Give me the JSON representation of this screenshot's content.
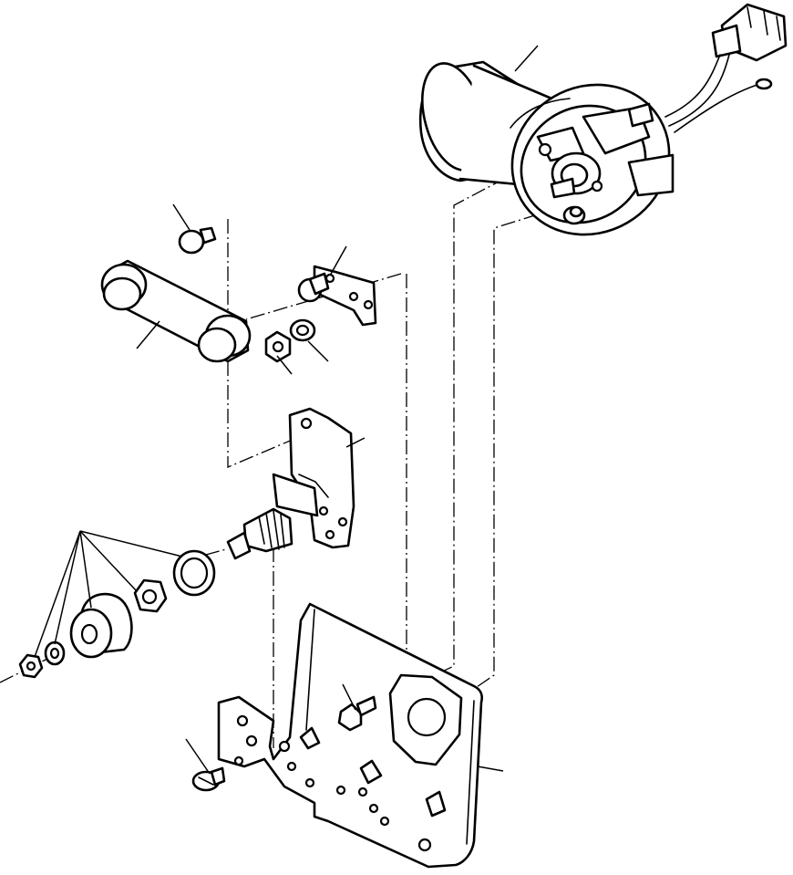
{
  "diagram": {
    "type": "exploded-parts-view",
    "colors": {
      "line": "#000000",
      "background": "#ffffff"
    },
    "parts": [
      {
        "id": "wiper-motor",
        "label": ""
      },
      {
        "id": "connector",
        "label": ""
      },
      {
        "id": "link-arm",
        "label": ""
      },
      {
        "id": "ball-stud",
        "label": ""
      },
      {
        "id": "crank-arm",
        "label": ""
      },
      {
        "id": "nut",
        "label": ""
      },
      {
        "id": "lock-washer",
        "label": ""
      },
      {
        "id": "pivot-bracket",
        "label": ""
      },
      {
        "id": "pivot-shaft",
        "label": ""
      },
      {
        "id": "seal-ring",
        "label": ""
      },
      {
        "id": "hex-nut",
        "label": ""
      },
      {
        "id": "grommet",
        "label": ""
      },
      {
        "id": "washer",
        "label": ""
      },
      {
        "id": "cap-nut",
        "label": ""
      },
      {
        "id": "mounting-plate",
        "label": ""
      },
      {
        "id": "hex-bolt",
        "label": ""
      },
      {
        "id": "screw",
        "label": ""
      }
    ]
  }
}
